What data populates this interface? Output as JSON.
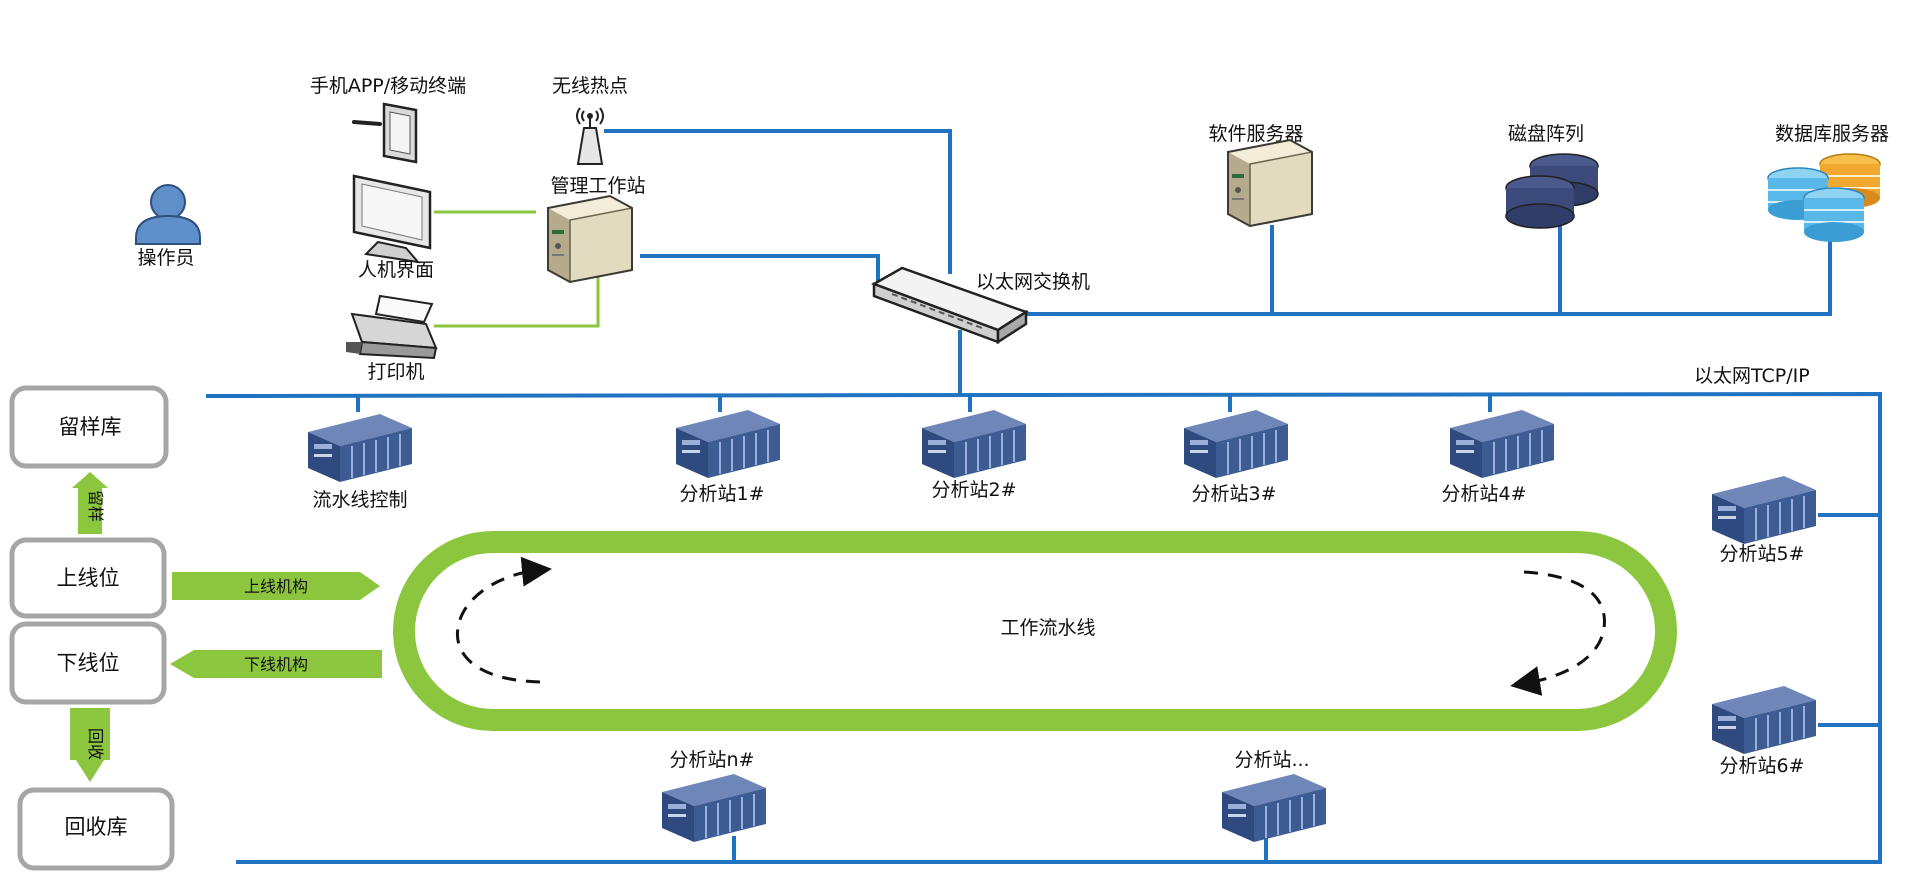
{
  "operator": {
    "label": "操作员",
    "icon": "user-icon"
  },
  "mobile_terminal": {
    "label": "手机APP/移动终端",
    "icon": "tablet-icon"
  },
  "wireless_hotspot": {
    "label": "无线热点",
    "icon": "wifi-antenna-icon"
  },
  "hmi": {
    "label": "人机界面",
    "icon": "monitor-icon"
  },
  "printer": {
    "label": "打印机",
    "icon": "printer-icon"
  },
  "mgmt_workstation": {
    "label": "管理工作站",
    "icon": "server-tower-icon"
  },
  "ethernet_switch": {
    "label": "以太网交换机",
    "icon": "network-switch-icon"
  },
  "software_server": {
    "label": "软件服务器",
    "icon": "server-tower-icon"
  },
  "disk_array": {
    "label": "磁盘阵列",
    "icon": "disk-stack-icon"
  },
  "db_server": {
    "label": "数据库服务器",
    "icon": "database-icon"
  },
  "network_label": "以太网TCP/IP",
  "plc_units": {
    "line_control": "流水线控制",
    "station_1": "分析站1#",
    "station_2": "分析站2#",
    "station_3": "分析站3#",
    "station_4": "分析站4#",
    "station_5": "分析站5#",
    "station_6": "分析站6#",
    "station_n": "分析站n#",
    "station_more": "分析站..."
  },
  "side_boxes": {
    "sample_store": "留样库",
    "online_pos": "上线位",
    "offline_pos": "下线位",
    "recycle_store": "回收库"
  },
  "side_arrows": {
    "keep_sample": "留样",
    "recycle": "回收",
    "online_mech": "上线机构",
    "offline_mech": "下线机构"
  },
  "pipeline": {
    "label": "工作流水线"
  },
  "colors": {
    "network": "#1f73c0",
    "local_link": "#8cc63f",
    "track": "#8cc63f",
    "box_border": "#a6a6a6",
    "plc": "#3b5788"
  }
}
